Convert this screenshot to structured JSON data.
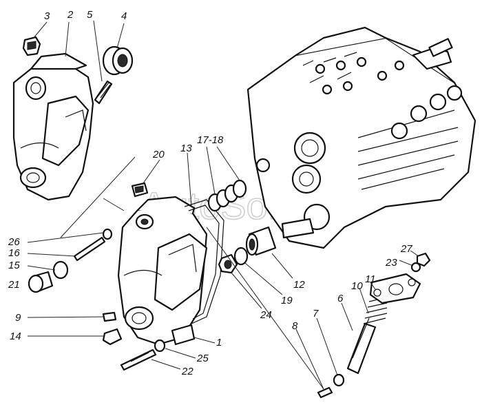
{
  "watermark": "AutoSoft",
  "callouts": [
    {
      "id": "3",
      "text": "3"
    },
    {
      "id": "2",
      "text": "2"
    },
    {
      "id": "5",
      "text": "5"
    },
    {
      "id": "4",
      "text": "4"
    },
    {
      "id": "20",
      "text": "20"
    },
    {
      "id": "13",
      "text": "13"
    },
    {
      "id": "17-18",
      "text": "17-18"
    },
    {
      "id": "26",
      "text": "26"
    },
    {
      "id": "16",
      "text": "16"
    },
    {
      "id": "15",
      "text": "15"
    },
    {
      "id": "21",
      "text": "21"
    },
    {
      "id": "9",
      "text": "9"
    },
    {
      "id": "14",
      "text": "14"
    },
    {
      "id": "1",
      "text": "1"
    },
    {
      "id": "25",
      "text": "25"
    },
    {
      "id": "22",
      "text": "22"
    },
    {
      "id": "24",
      "text": "24"
    },
    {
      "id": "19",
      "text": "19"
    },
    {
      "id": "12",
      "text": "12"
    },
    {
      "id": "8",
      "text": "8"
    },
    {
      "id": "7",
      "text": "7"
    },
    {
      "id": "6",
      "text": "6"
    },
    {
      "id": "10",
      "text": "10"
    },
    {
      "id": "11",
      "text": "11"
    },
    {
      "id": "23",
      "text": "23"
    },
    {
      "id": "27",
      "text": "27"
    }
  ]
}
